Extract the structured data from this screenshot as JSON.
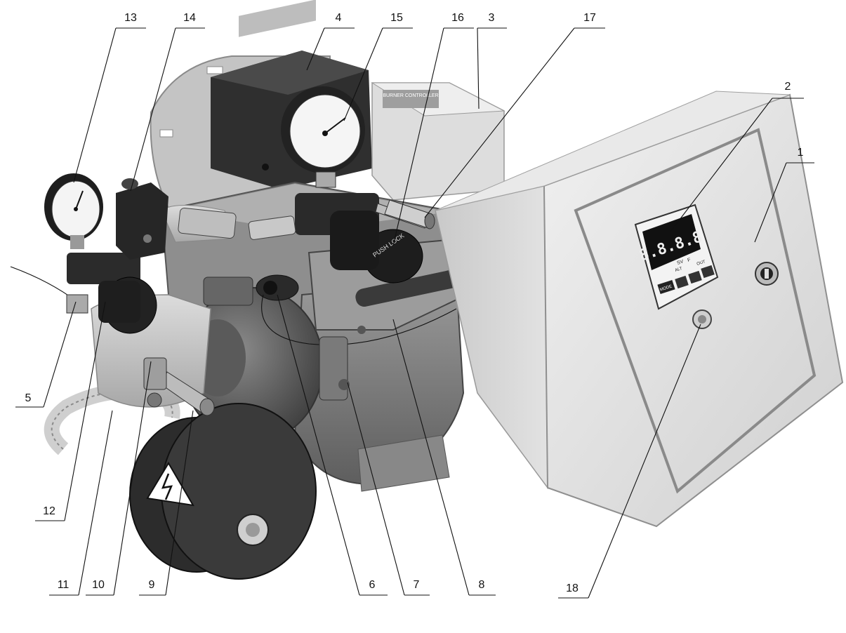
{
  "callouts": [
    {
      "id": "1",
      "label": "1"
    },
    {
      "id": "2",
      "label": "2"
    },
    {
      "id": "3",
      "label": "3"
    },
    {
      "id": "4",
      "label": "4"
    },
    {
      "id": "5",
      "label": "5"
    },
    {
      "id": "6",
      "label": "6"
    },
    {
      "id": "7",
      "label": "7"
    },
    {
      "id": "8",
      "label": "8"
    },
    {
      "id": "9",
      "label": "9"
    },
    {
      "id": "10",
      "label": "10"
    },
    {
      "id": "11",
      "label": "11"
    },
    {
      "id": "12",
      "label": "12"
    },
    {
      "id": "13",
      "label": "13"
    },
    {
      "id": "14",
      "label": "14"
    },
    {
      "id": "15",
      "label": "15"
    },
    {
      "id": "16",
      "label": "16"
    },
    {
      "id": "17",
      "label": "17"
    },
    {
      "id": "18",
      "label": "18"
    }
  ],
  "controller_display": {
    "digits": "8.8.8.8",
    "sv_label": "SV",
    "f_label": "F",
    "alt_label": "ALT",
    "out_label": "OUT",
    "mode_label": "MODE"
  },
  "labels_on_device": {
    "controller_box": "BURNER CONTROLLER",
    "regulator_knob": "PUSH LOCK"
  },
  "colors": {
    "background": "#ffffff",
    "dark_body": "#2b2b2b",
    "mid_gray": "#7a7a7a",
    "light_gray": "#d9d9d9",
    "cabinet": "#e6e6e6"
  }
}
